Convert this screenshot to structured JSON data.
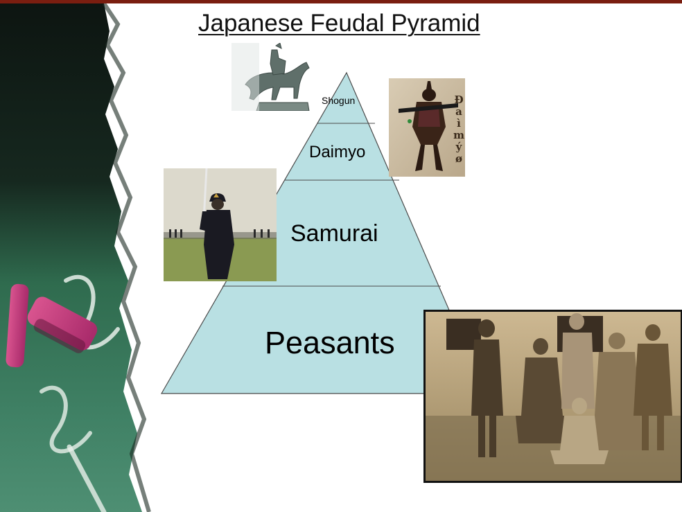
{
  "title": "Japanese Feudal Pyramid",
  "colors": {
    "top_bar": "#7a1e10",
    "pyramid_fill": "#b9e0e3",
    "pyramid_stroke": "#4a4a4a",
    "chalkboard_green": "#2f6b4e",
    "chalkboard_dark": "#0c1a14",
    "chalk_pink": "#c23a82"
  },
  "pyramid": {
    "tiers": [
      {
        "label": "Shogun"
      },
      {
        "label": "Daimyo"
      },
      {
        "label": "Samurai"
      },
      {
        "label": "Peasants"
      }
    ]
  },
  "images": {
    "shogun_photo": "equestrian-statue",
    "daimyo_photo": "armored-warrior",
    "samurai_photo": "samurai-with-sword",
    "peasants_photo": "group-of-peasants",
    "daimyo_caption_letters": [
      "Đ",
      "a",
      "ì",
      "m",
      "ý",
      "ø"
    ]
  }
}
